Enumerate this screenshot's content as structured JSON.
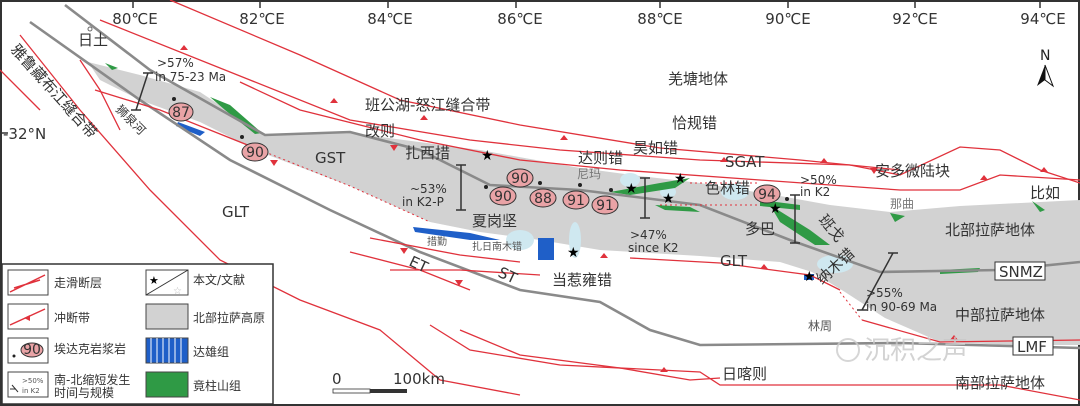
{
  "colors": {
    "plateau": "#d2d2d2",
    "fault": "#e0323c",
    "green": "#2f9a45",
    "blue": "#1f5fc8",
    "ellipse": "#e9a3a6",
    "lake": "#cfe8f0"
  },
  "axes": {
    "longitudes": [
      "80℃E",
      "82℃E",
      "84℃E",
      "86℃E",
      "88℃E",
      "90℃E",
      "92℃E",
      "94℃E"
    ],
    "latitude": "-32°N"
  },
  "north_arrow": "N",
  "labels": {
    "ritu": "日土",
    "yarlung": "雅鲁藏布江缝合带",
    "shiquanhe": "狮泉河",
    "bangong": "班公湖-怒江缝合带",
    "gaize": "改则",
    "gst": "GST",
    "zhaxi": "扎西措",
    "xiagangjian": "夏岗坚",
    "nima": "尼玛",
    "dazecuo": "达则错",
    "haorucuo": "昊如错",
    "qiaguicuo": "恰规错",
    "sgat": "SGAT",
    "selincuo": "色林错",
    "anduo": "安多微陆块",
    "biru": "比如",
    "naqu": "那曲",
    "qiangtang": "羌塘地体",
    "north_lhasa": "北部拉萨地体",
    "duoba": "多巴",
    "bange": "班戈",
    "namco": "纳木错",
    "central_lhasa": "中部拉萨地体",
    "snmz": "SNMZ",
    "lmf": "LMF",
    "linzhou": "林周",
    "south_lhasa": "南部拉萨地体",
    "rikaze": "日喀则",
    "glt1": "GLT",
    "glt2": "GLT",
    "et": "ET",
    "st": "ST",
    "cuoqin": "措勤",
    "zharinanmu": "扎日南木错",
    "dangreyong": "当惹雍错"
  },
  "shortening": [
    {
      "pct": ">57%",
      "time": "in 75-23 Ma"
    },
    {
      "pct": "~53%",
      "time": "in K2-P"
    },
    {
      "pct": ">47%",
      "time": "since K2"
    },
    {
      "pct": ">50%",
      "time": "in K2"
    },
    {
      "pct": ">55%",
      "time": "in 90-69 Ma"
    }
  ],
  "adakite_ages": [
    "87",
    "90",
    "90",
    "90",
    "88",
    "91",
    "91",
    "94"
  ],
  "legend": {
    "strike_slip": "走滑断层",
    "thrust": "冲断带",
    "adakite": "埃达克岩浆岩",
    "adakite_sample": "90",
    "shortening_line1": "南-北缩短发生",
    "shortening_line2": "时间与规模",
    "shortening_sample1": ">50%",
    "shortening_sample2": "in K2",
    "this_study": "本文/文献",
    "plateau": "北部拉萨高原",
    "daxiong": "达雄组",
    "jingzhushan": "竟柱山组"
  },
  "scale": {
    "zero": "0",
    "distance": "100km"
  },
  "watermark": "沉积之声"
}
